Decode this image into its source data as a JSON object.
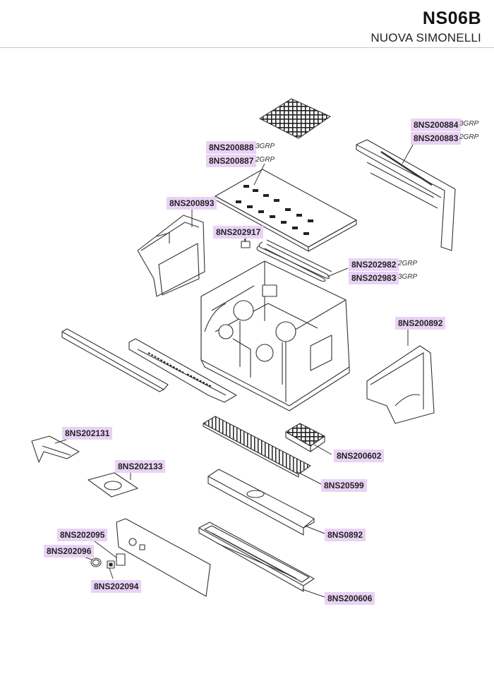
{
  "header": {
    "model": "NS06B",
    "brand": "NUOVA SIMONELLI"
  },
  "parts": [
    {
      "code": "8NS200884",
      "note": "3GRP"
    },
    {
      "code": "8NS200883",
      "note": "2GRP"
    },
    {
      "code": "8NS200888",
      "note": "3GRP"
    },
    {
      "code": "8NS200887",
      "note": "2GRP"
    },
    {
      "code": "8NS200893"
    },
    {
      "code": "8NS202917"
    },
    {
      "code": "8NS202982",
      "note": "2GRP"
    },
    {
      "code": "8NS202983",
      "note": "3GRP"
    },
    {
      "code": "8NS200892"
    },
    {
      "code": "8NS202131"
    },
    {
      "code": "8NS200602"
    },
    {
      "code": "8NS202133"
    },
    {
      "code": "8NS20599"
    },
    {
      "code": "8NS202095"
    },
    {
      "code": "8NS0892"
    },
    {
      "code": "8NS202096"
    },
    {
      "code": "8NS202094"
    },
    {
      "code": "8NS200606"
    }
  ],
  "colors": {
    "label_bg": "#e9d2f4",
    "line": "#333333"
  }
}
